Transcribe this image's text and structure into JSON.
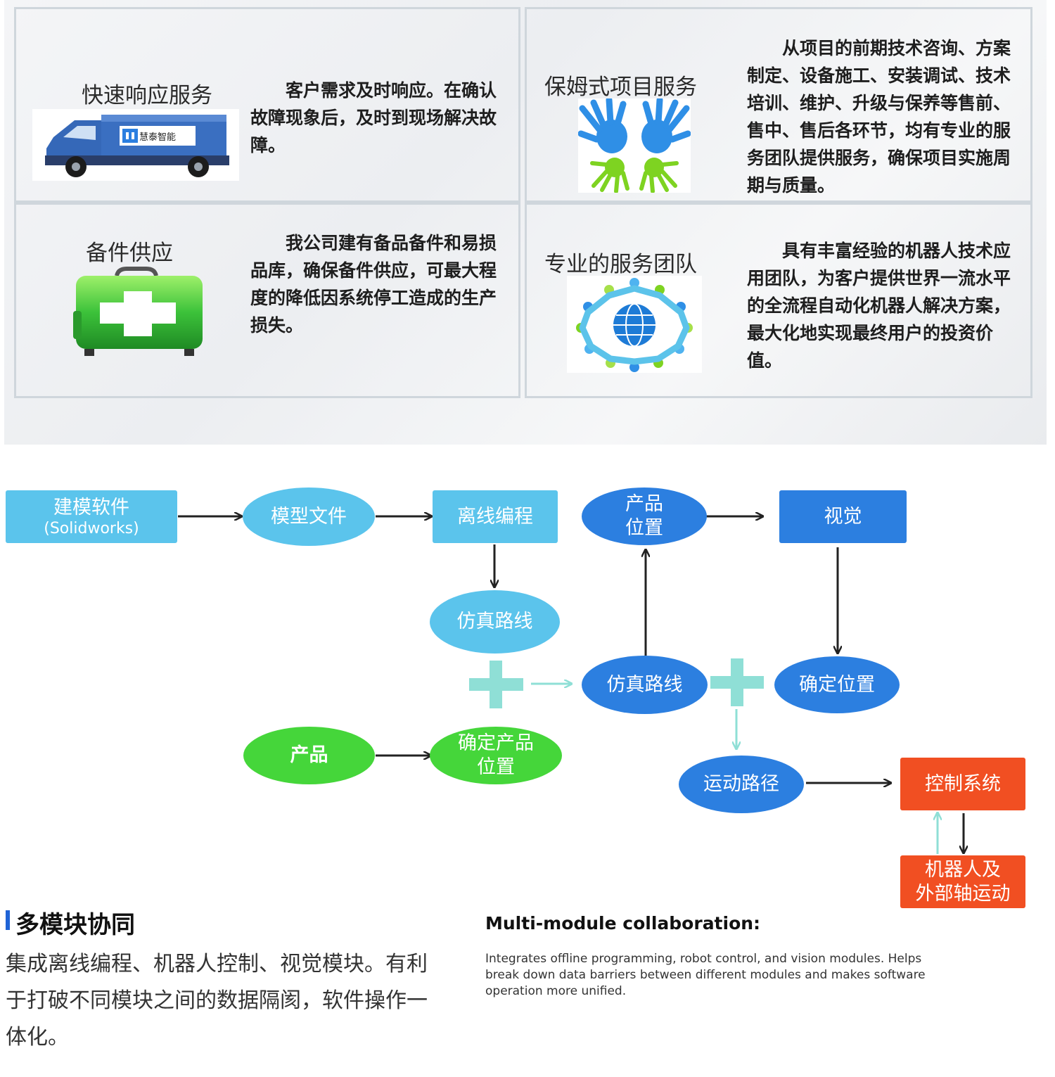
{
  "services": [
    {
      "title": "快速响应服务",
      "icon": "delivery-truck-icon",
      "truck_text": "慧泰智能",
      "text": "客户需求及时响应。在确认故障现象后，及时到现场解决故障。"
    },
    {
      "title": "保姆式项目服务",
      "icon": "hands-icon",
      "text": "从项目的前期技术咨询、方案制定、设备施工、安装调试、技术培训、维护、升级与保养等售前、售中、售后各环节，均有专业的服务团队提供服务，确保项目实施周期与质量。"
    },
    {
      "title": "备件供应",
      "icon": "first-aid-kit-icon",
      "text": "我公司建有备品备件和易损品库，确保备件供应，可最大程度的降低因系统停工造成的生产损失。"
    },
    {
      "title": "专业的服务团队",
      "icon": "globe-team-icon",
      "text": "具有丰富经验的机器人技术应用团队，为客户提供世界一流水平的全流程自动化机器人解决方案，最大化地实现最终用户的投资价值。"
    }
  ],
  "flow": {
    "modeling_software": "建模软件",
    "modeling_software_sub": "(Solidworks)",
    "model_file": "模型文件",
    "offline_programming": "离线编程",
    "sim_path_1": "仿真路线",
    "product_position_line1": "产品",
    "product_position_line2": "位置",
    "vision": "视觉",
    "sim_path_2": "仿真路线",
    "confirm_position": "确定位置",
    "product": "产品",
    "confirm_product_position_line1": "确定产品",
    "confirm_product_position_line2": "位置",
    "motion_path": "运动路径",
    "control_system": "控制系统",
    "robot_motion_line1": "机器人及",
    "robot_motion_line2": "外部轴运动"
  },
  "colors": {
    "light_blue": "#5bc4ec",
    "blue": "#2c7fe0",
    "green": "#45d63a",
    "red": "#f14f22",
    "plus": "#8fdfd6"
  },
  "module": {
    "title": "多模块协同",
    "cn_desc": "集成离线编程、机器人控制、视觉模块。有利于打破不同模块之间的数据隔阂，软件操作一体化。",
    "en_title": "Multi-module collaboration:",
    "en_desc": "Integrates offline programming, robot control, and vision modules. Helps break down data barriers between different modules and makes software operation more unified."
  }
}
